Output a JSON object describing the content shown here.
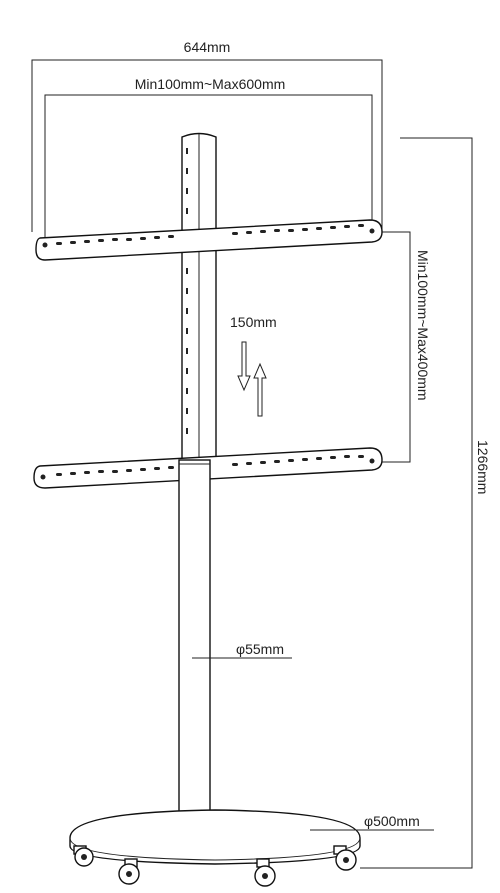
{
  "dimensions": {
    "overall_width": "644mm",
    "horizontal_vesa": "Min100mm~Max600mm",
    "vertical_vesa": "Min100mm~Max400mm",
    "adjust_step": "150mm",
    "total_height": "1266mm",
    "pole_diameter": "φ55mm",
    "base_diameter": "φ500mm"
  }
}
